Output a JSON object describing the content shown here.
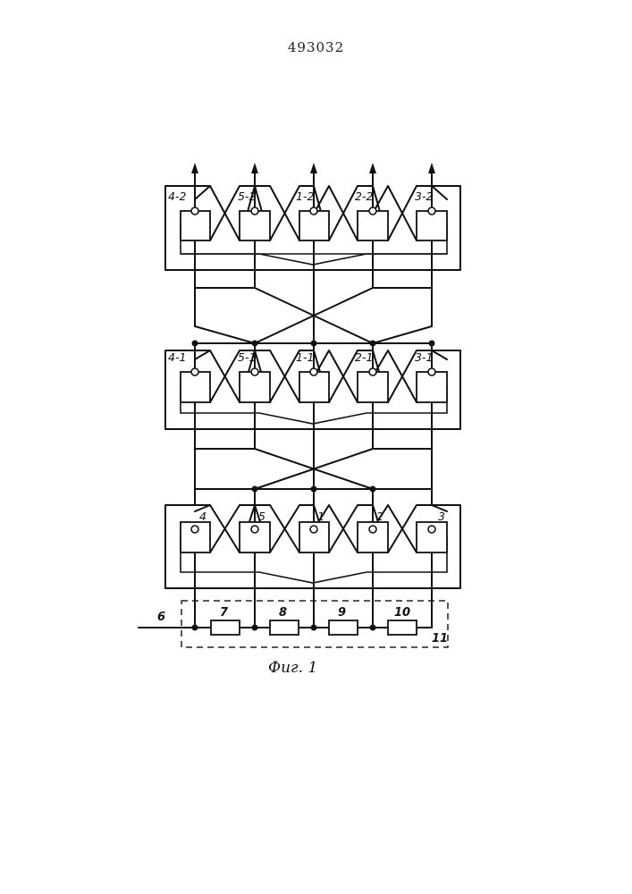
{
  "document": {
    "page_number": "493032",
    "caption": "Фиг. 1"
  },
  "diagram": {
    "output_stage": {
      "cells": [
        "4-2",
        "5-2",
        "1-2",
        "2-2",
        "3-2"
      ]
    },
    "middle_stage": {
      "cells": [
        "4-1",
        "5-1",
        "1-1",
        "2-1",
        "3-1"
      ]
    },
    "input_stage": {
      "cells": [
        "4",
        "5",
        "1",
        "2",
        "3"
      ]
    },
    "input_terminal": "6",
    "resistors": [
      "7",
      "8",
      "9",
      "10"
    ],
    "divider_block": "11"
  }
}
